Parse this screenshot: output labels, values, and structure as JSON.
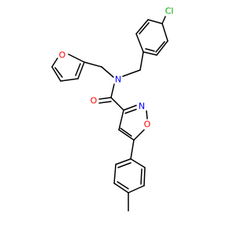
{
  "molecule": {
    "colors": {
      "bond": "#000000",
      "O": "#ff0000",
      "N": "#0000ff",
      "Cl": "#00aa00"
    },
    "atom_labels": {
      "O_furan": "O",
      "O_carbonyl": "O",
      "N_amide": "N",
      "N_isoxazole": "N",
      "O_isoxazole": "O",
      "Cl": "Cl"
    }
  }
}
